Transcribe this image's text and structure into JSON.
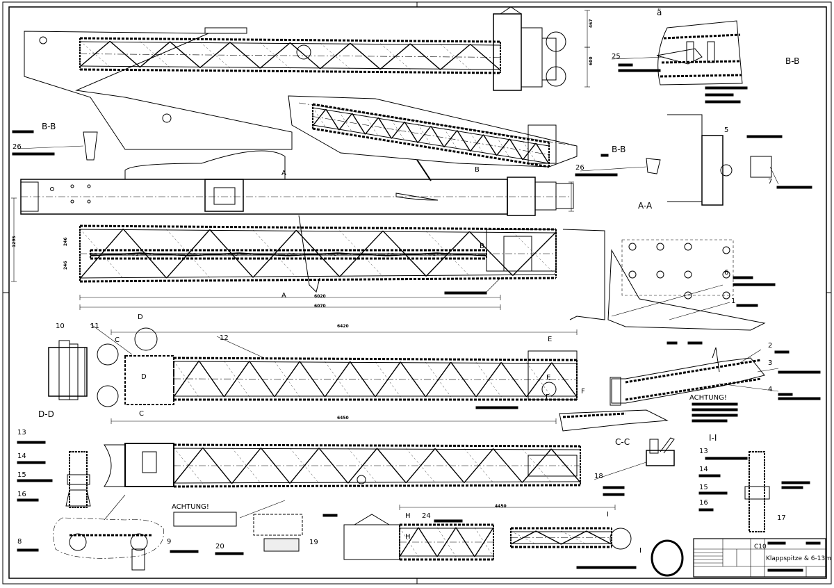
{
  "title_block": {
    "title": "Klappspitze & 6-13m",
    "sheet_code": "C10"
  },
  "sections": {
    "view_a": "ä",
    "bb_top": "B-B",
    "bb_left": "B-B",
    "bb_mid": "B-B",
    "aa": "A-A",
    "dd": "D-D",
    "cc": "C-C",
    "ii": "I-I"
  },
  "dimensions": {
    "d467": "467",
    "d600": "600",
    "d6020": "6020",
    "d6070": "6070",
    "d6420": "6420",
    "d6450": "6450",
    "d4450": "4450",
    "d1295": "1295",
    "d246a": "246",
    "d246b": "246"
  },
  "warnings": {
    "achtung_1": "ACHTUNG!",
    "achtung_2": "ACHTUNG!"
  },
  "cut_markers": [
    "A",
    "A",
    "B",
    "B",
    "C",
    "C",
    "D",
    "D",
    "E",
    "E",
    "F",
    "F",
    "H",
    "H",
    "I",
    "I"
  ],
  "item_numbers": [
    "1",
    "2",
    "3",
    "4",
    "5",
    "6",
    "7",
    "8",
    "9",
    "10",
    "11",
    "12",
    "13",
    "14",
    "15",
    "16",
    "13",
    "14",
    "15",
    "16",
    "17",
    "18",
    "19",
    "20",
    "24",
    "25",
    "26",
    "26"
  ]
}
